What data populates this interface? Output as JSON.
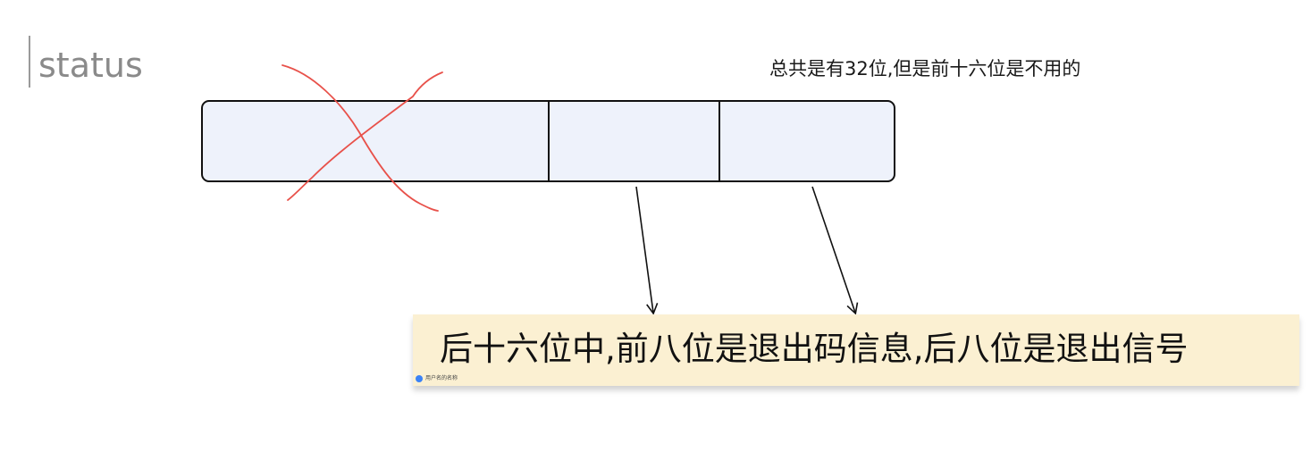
{
  "title": "status",
  "top_note": "总共是有32位,但是前十六位是不用的",
  "register": {
    "segments": 3,
    "crossed_segment": "first",
    "fill_color": "#eef2fb",
    "cross_color": "#e8514a"
  },
  "sticky_note": {
    "text": "后十六位中,前八位是退出码信息,后八位是退出信号",
    "author": "用户名的名称",
    "color": "#fbf0d2"
  },
  "arrows": [
    {
      "from": "segment-2",
      "to": "sticky-note"
    },
    {
      "from": "segment-3",
      "to": "sticky-note"
    }
  ]
}
